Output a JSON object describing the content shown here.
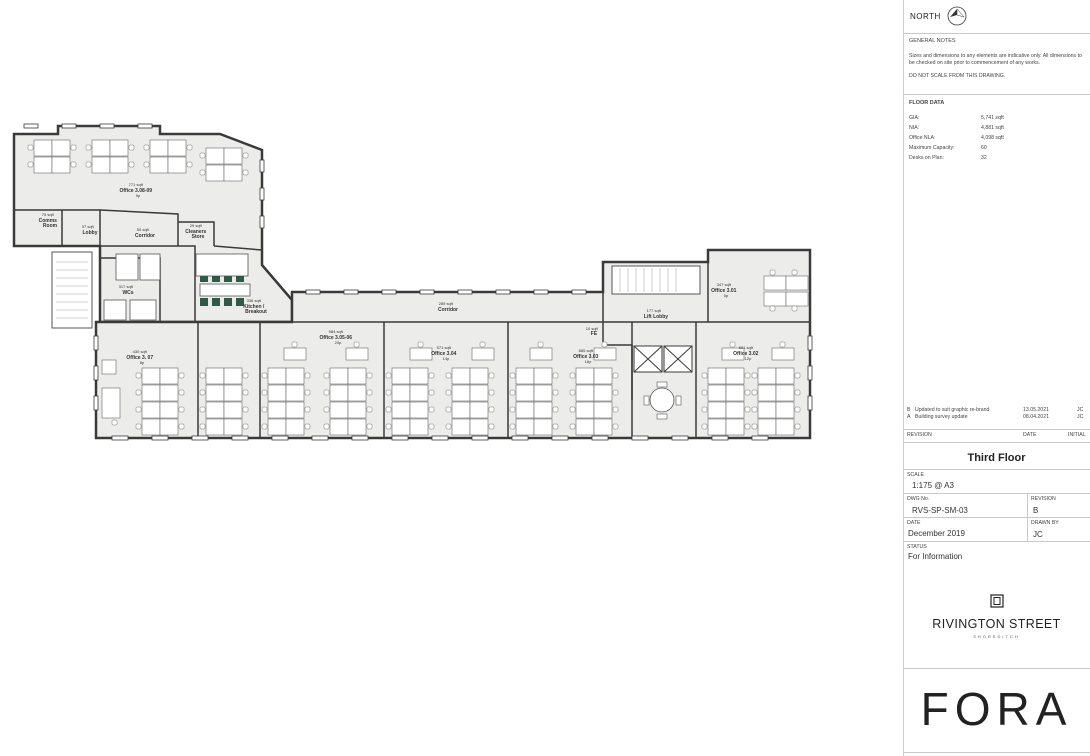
{
  "north": {
    "label": "NORTH"
  },
  "general_notes": {
    "heading": "GENERAL NOTES",
    "text": "Sizes and dimensions to any elements are indicative only. All dimensions to be checked on site prior to commencement of any works.",
    "warning": "DO NOT SCALE FROM THIS DRAWING."
  },
  "floor_data": {
    "heading": "FLOOR DATA",
    "rows": [
      {
        "label": "GIA:",
        "value": "5,741 sqft"
      },
      {
        "label": "NIA:",
        "value": "4,881 sqft"
      },
      {
        "label": "Office NLA:",
        "value": "4,098 sqft"
      },
      {
        "label": "Maximum Capacity:",
        "value": "60"
      },
      {
        "label": "Desks on Plan:",
        "value": "32"
      }
    ]
  },
  "revisions": {
    "rows": [
      {
        "rev": "B",
        "desc": "Updated to suit graphic re-brand",
        "date": "13.05.2021",
        "initial": "JC"
      },
      {
        "rev": "A",
        "desc": "Building survey update",
        "date": "08.04.2021",
        "initial": "JC"
      }
    ],
    "headers": {
      "rev": "REVISION",
      "date": "DATE",
      "initial": "INITIAL"
    }
  },
  "title": "Third Floor",
  "scale": {
    "label": "SCALE",
    "value": "1:175 @ A3"
  },
  "dwg": {
    "label": "DWG No.",
    "value": "RVS-SP-SM-03"
  },
  "revision": {
    "label": "REVISION",
    "value": "B"
  },
  "date": {
    "label": "DATE",
    "value": "December 2019"
  },
  "drawn_by": {
    "label": "DRAWN BY",
    "value": "JC"
  },
  "status": {
    "label": "STATUS",
    "value": "For Information"
  },
  "building": {
    "name": "RIVINGTON STREET",
    "sub": "SHOREDITCH"
  },
  "brand": "FORA",
  "colors": {
    "floor_fill": "#ecedea",
    "wall": "#3a3a3a",
    "desk": "#ffffff",
    "kitchen": "#2f5a47"
  },
  "rooms": [
    {
      "id": "office-3.08-09",
      "area": "771 sqft",
      "name": "Office 3.08-09",
      "cap": "9p"
    },
    {
      "id": "comms",
      "area": "75 sqft",
      "name": "Comms Room",
      "cap": ""
    },
    {
      "id": "lobby",
      "area": "37 sqft",
      "name": "Lobby",
      "cap": ""
    },
    {
      "id": "corridor-1",
      "area": "50 sqft",
      "name": "Corridor",
      "cap": ""
    },
    {
      "id": "cleaners",
      "area": "29 sqft",
      "name": "Cleaners Store",
      "cap": ""
    },
    {
      "id": "wcs",
      "area": "317 sqft",
      "name": "WCs",
      "cap": ""
    },
    {
      "id": "kitchen",
      "area": "336 sqft",
      "name": "Kitchen / Breakout",
      "cap": ""
    },
    {
      "id": "corridor-2",
      "area": "289 sqft",
      "name": "Corridor",
      "cap": ""
    },
    {
      "id": "lift-lobby",
      "area": "177 sqft",
      "name": "Lift Lobby",
      "cap": ""
    },
    {
      "id": "office-3.01",
      "area": "347 sqft",
      "name": "Office 3.01",
      "cap": "5p"
    },
    {
      "id": "office-3.07",
      "area": "430 sqft",
      "name": "Office 3. 07",
      "cap": "8p"
    },
    {
      "id": "office-3.05-06",
      "area": "984 sqft",
      "name": "Office 3.05-06",
      "cap": "20p"
    },
    {
      "id": "office-3.04",
      "area": "571 sqft",
      "name": "Office 3.04",
      "cap": "14p"
    },
    {
      "id": "office-3.03",
      "area": "885 sqft",
      "name": "Office 3.03",
      "cap": "16p"
    },
    {
      "id": "office-3.02",
      "area": "601 sqft",
      "name": "Office 3.02",
      "cap": "12p"
    },
    {
      "id": "fire",
      "area": "10 sqft",
      "name": "FE",
      "cap": ""
    }
  ]
}
